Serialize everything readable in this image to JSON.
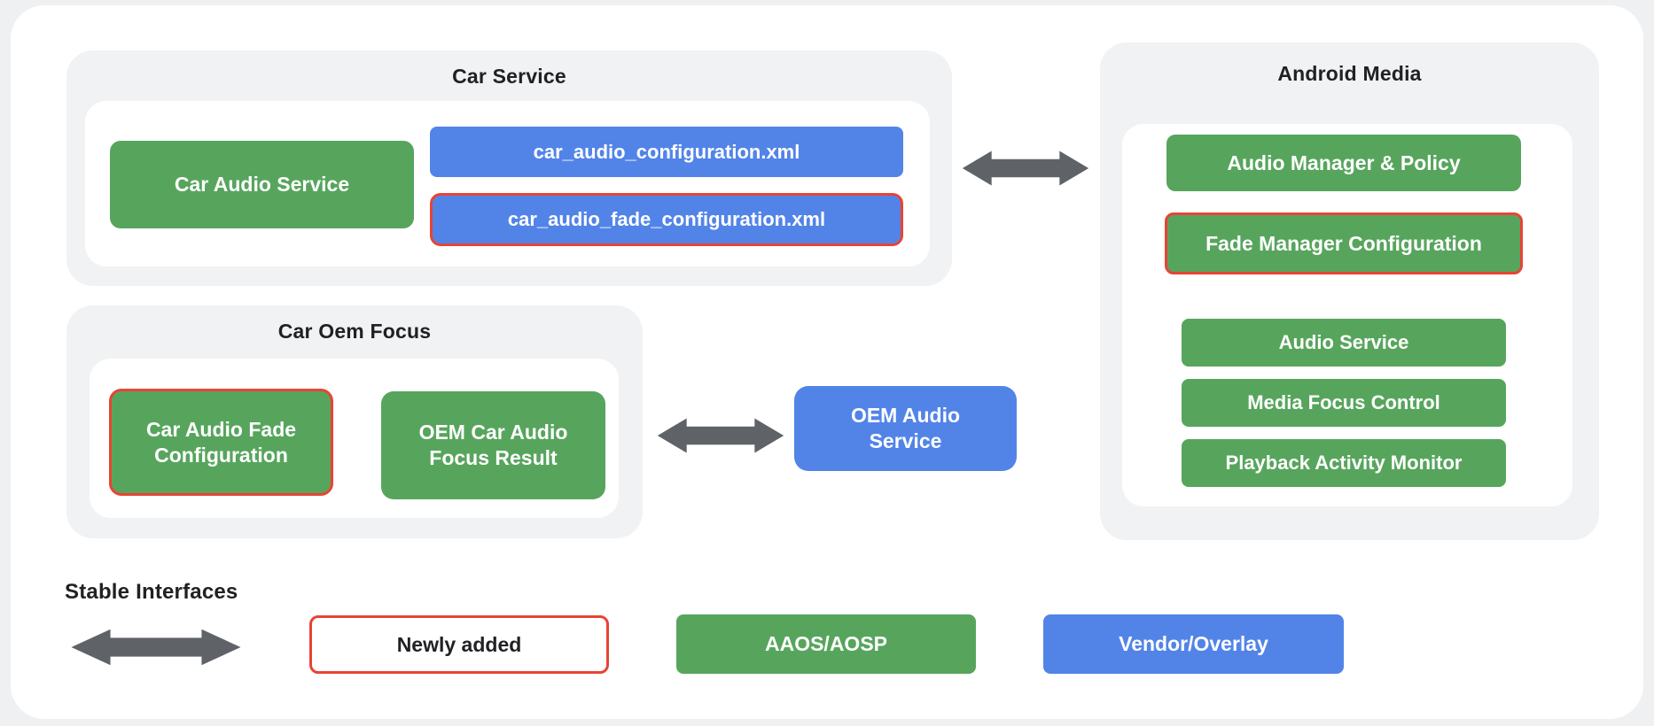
{
  "colors": {
    "green": "#57a55d",
    "blue": "#5284e8",
    "red_outline": "#e94335",
    "arrow_gray": "#5f6368",
    "section_bg": "#f1f2f3",
    "card_bg": "#ffffff",
    "page_bg": "#eff0f1",
    "title_text": "#202124",
    "box_text": "#ffffff"
  },
  "sections": {
    "car_service": {
      "title": "Car Service",
      "car_audio_service": "Car Audio Service",
      "car_audio_configuration": "car_audio_configuration.xml",
      "car_audio_fade_configuration": "car_audio_fade_configuration.xml"
    },
    "android_media": {
      "title": "Android Media",
      "audio_manager_policy": "Audio Manager & Policy",
      "fade_manager_configuration": "Fade Manager Configuration",
      "audio_service": "Audio Service",
      "media_focus_control": "Media Focus Control",
      "playback_activity_monitor": "Playback Activity Monitor"
    },
    "car_oem_focus": {
      "title": "Car Oem Focus",
      "car_audio_fade_configuration": "Car Audio Fade Configuration",
      "oem_car_audio_focus_result": "OEM Car Audio Focus Result"
    },
    "oem_audio_service": {
      "label": "OEM Audio Service"
    }
  },
  "legend": {
    "stable_interfaces": "Stable Interfaces",
    "newly_added": "Newly added",
    "aaos_aosp": "AAOS/AOSP",
    "vendor_overlay": "Vendor/Overlay"
  }
}
